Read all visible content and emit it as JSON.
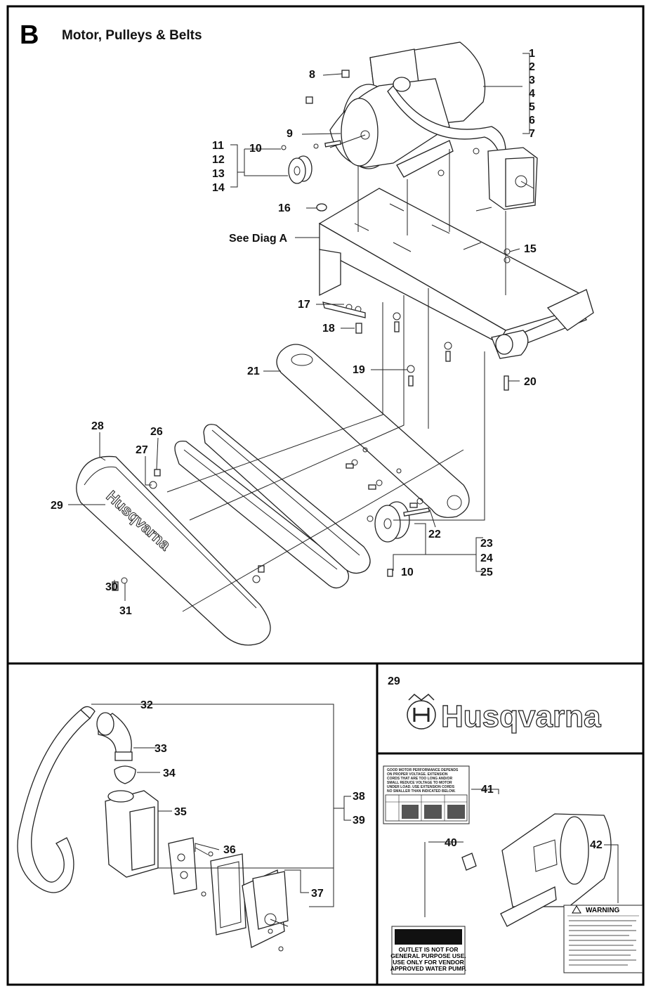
{
  "section": {
    "letter": "B",
    "title": "Motor, Pulleys & Belts"
  },
  "reference": "See Diag A",
  "callouts": [
    "1",
    "2",
    "3",
    "4",
    "5",
    "6",
    "7",
    "8",
    "9",
    "10",
    "11",
    "12",
    "13",
    "14",
    "15",
    "16",
    "17",
    "18",
    "19",
    "20",
    "21",
    "22",
    "23",
    "24",
    "25",
    "26",
    "27",
    "28",
    "29",
    "30",
    "31",
    "10",
    "32",
    "33",
    "34",
    "35",
    "36",
    "37",
    "38",
    "39",
    "29",
    "40",
    "41",
    "42"
  ],
  "logo_panel": {
    "brand": "Husqvarna"
  },
  "labels": {
    "table_header": [
      "GOOD MOTOR PERFORMANCE DEPENDS",
      "ON PROPER VOLTAGE. EXTENSION",
      "CORDS THAT ARE TOO LONG AND/OR",
      "SMALL REDUCE VOLTAGE TO MOTOR",
      "UNDER LOAD. USE EXTENSION CORDS",
      "NO SMALLER THAN INDICATED BELOW."
    ],
    "warning_title": "WARNING",
    "outlet_lines": [
      "OUTLET IS NOT FOR",
      "GENERAL PURPOSE USE.",
      "USE ONLY FOR VENDOR",
      "APPROVED WATER PUMP."
    ]
  },
  "colors": {
    "ink": "#111111",
    "paper": "#ffffff"
  }
}
